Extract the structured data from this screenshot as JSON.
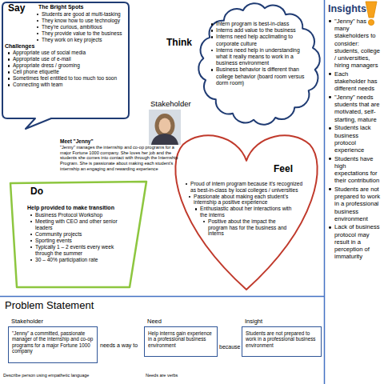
{
  "diagram": {
    "nodes": [
      {
        "text": [
          "Say",
          "The Bright Spots",
          "Students are good at multi-tasking",
          "They know how to use technology",
          "They're curious, ambitious",
          "They provide value to the business",
          "They work on key projects",
          "Challenges",
          "Appropriate use of social media",
          "Appropriate use of e-mail",
          "Appropriate dress / grooming",
          "Cell phone etiquette",
          "Sometimes feel entitled to too much too soon",
          "Connecting with team"
        ]
      },
      {
        "text": [
          "Think",
          "Intern program is best-in-class",
          "Interns add value to the business",
          "Interns need help acclimating to corporate culture",
          "Interns need help in understanding what it really means to work in a business environment",
          "Business behavior is different than college behavior (board room versus dorm room)"
        ]
      },
      {
        "text": [
          "Do",
          "Help provided to make transition",
          "Business Protocol Workshop",
          "Meeting with CEO and other senior leaders",
          "Community projects",
          "Sporting events",
          "Typically 1 – 2 events every week through the summer",
          "30 – 40% participation rate"
        ]
      },
      {
        "text": [
          "Feel",
          "Proud of intern program because it's recognized as best-in-class by local colleges / universities",
          "Passionate about making each student's internship a positive experience",
          "Enthusiastic about her interactions with the interns",
          "Positive about the impact the program has for the business and interns"
        ]
      },
      {
        "text": [
          "Stakeholder",
          "\"Jenny\" a committed, passionate manager of the internship and co-op programs for a major Fortune 1000 company"
        ]
      },
      {
        "text": [
          "Need",
          "Help interns gain experience in a professional business environment"
        ]
      },
      {
        "text": [
          "Insight",
          "Students are not prepared to work in a professional business environment"
        ]
      }
    ],
    "labels": [
      "Stakeholder",
      "Meet \"Jenny\"",
      "\"Jenny\" manages the internship and co-op programs for a major Fortune 1000 company. She loves her job and the students she comes into contact with through the Internship Program. She is passionate about making each student's internship an engaging and rewarding experience",
      "Insights",
      "\"Jenny\" has many stakeholders to consider: students, college / universities, hiring managers",
      "Each stakeholder has different needs",
      "\"Jenny\" needs students that are motivated, self-starting, mature",
      "Students lack business protocol experience",
      "Students have high expectations for their contribution",
      "Students are not prepared to work in a professional business environment",
      "Lack of business protocol may result in a perception of immaturity",
      "Problem Statement",
      "needs a way to",
      "because",
      "Describe person using empathetic language",
      "Needs are verbs"
    ]
  }
}
